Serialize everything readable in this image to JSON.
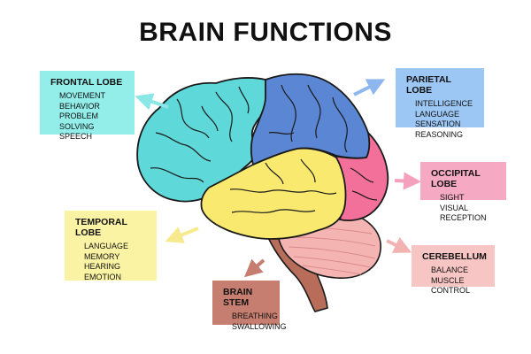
{
  "title": "BRAIN FUNCTIONS",
  "colors": {
    "frontal": "#5ed8d8",
    "parietal": "#5a86d4",
    "occipital": "#f2709a",
    "temporal": "#f9e96f",
    "cerebellum": "#f4b4b2",
    "brainstem": "#b86c5a",
    "outline": "#1a1a1a"
  },
  "regions": {
    "frontal": {
      "title": "FRONTAL LOBE",
      "items": [
        "MOVEMENT",
        "BEHAVIOR",
        "PROBLEM SOLVING",
        "SPEECH"
      ]
    },
    "parietal": {
      "title": "PARIETAL LOBE",
      "items": [
        "INTELLIGENCE",
        "LANGUAGE",
        "SENSATION",
        "REASONING"
      ]
    },
    "occipital": {
      "title": "OCCIPITAL LOBE",
      "items": [
        "SIGHT",
        "VISUAL RECEPTION"
      ]
    },
    "temporal": {
      "title": "TEMPORAL LOBE",
      "items": [
        "LANGUAGE",
        "MEMORY",
        "HEARING",
        "EMOTION"
      ]
    },
    "cerebellum": {
      "title": "CEREBELLUM",
      "items": [
        "BALANCE",
        "MUSCLE CONTROL"
      ]
    },
    "brainstem": {
      "title": "BRAIN STEM",
      "items": [
        "BREATHING",
        "SWALLOWING"
      ]
    }
  }
}
